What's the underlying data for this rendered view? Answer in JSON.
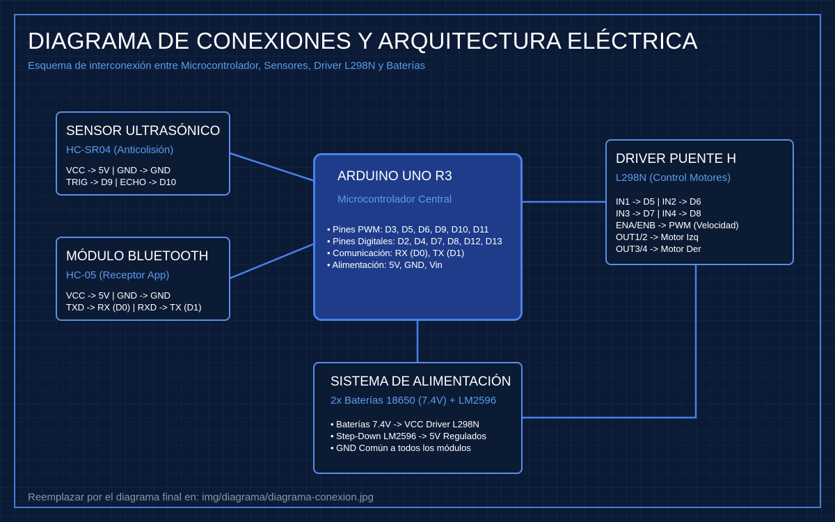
{
  "header": {
    "title": "DIAGRAMA DE CONEXIONES Y ARQUITECTURA ELÉCTRICA",
    "subtitle": "Esquema de interconexión entre Microcontrolador, Sensores, Driver L298N y Baterías"
  },
  "footer": {
    "note": "Reemplazar por el diagrama final en: img/diagrama/diagrama-conexion.jpg"
  },
  "colors": {
    "background": "#0b1a35",
    "accent": "#4a7fd9",
    "accent_text": "#5b9cf0",
    "main_box": "#1f3c8a",
    "box": "#0c1b34",
    "muted": "#8a96a8"
  },
  "nodes": {
    "sensor": {
      "name": "SENSOR ULTRASÓNICO",
      "model": "HC-SR04 (Anticolisión)",
      "lines": [
        "VCC -> 5V | GND -> GND",
        "TRIG -> D9 | ECHO -> D10"
      ]
    },
    "bluetooth": {
      "name": "MÓDULO BLUETOOTH",
      "model": "HC-05 (Receptor App)",
      "lines": [
        "VCC -> 5V | GND -> GND",
        "TXD -> RX (D0) | RXD -> TX (D1)"
      ]
    },
    "arduino": {
      "name": "ARDUINO UNO R3",
      "model": "Microcontrolador Central",
      "lines": [
        "• Pines PWM: D3, D5, D6, D9, D10, D11",
        "• Pines Digitales: D2, D4, D7, D8, D12, D13",
        "• Comunicación: RX (D0), TX (D1)",
        "• Alimentación: 5V, GND, Vin"
      ]
    },
    "driver": {
      "name": "DRIVER PUENTE H",
      "model": "L298N (Control Motores)",
      "lines": [
        "IN1 -> D5 | IN2 -> D6",
        "IN3 -> D7 | IN4 -> D8",
        "ENA/ENB -> PWM (Velocidad)",
        "OUT1/2 -> Motor Izq",
        "OUT3/4 -> Motor Der"
      ]
    },
    "power": {
      "name": "SISTEMA DE ALIMENTACIÓN",
      "model": "2x Baterías 18650 (7.4V) + LM2596",
      "lines": [
        "• Baterías 7.4V -> VCC Driver L298N",
        "• Step-Down LM2596 -> 5V Regulados",
        "• GND Común a todos los módulos"
      ]
    }
  },
  "connections": [
    [
      "sensor",
      "arduino"
    ],
    [
      "bluetooth",
      "arduino"
    ],
    [
      "arduino",
      "driver"
    ],
    [
      "arduino",
      "power"
    ],
    [
      "driver",
      "power"
    ]
  ]
}
